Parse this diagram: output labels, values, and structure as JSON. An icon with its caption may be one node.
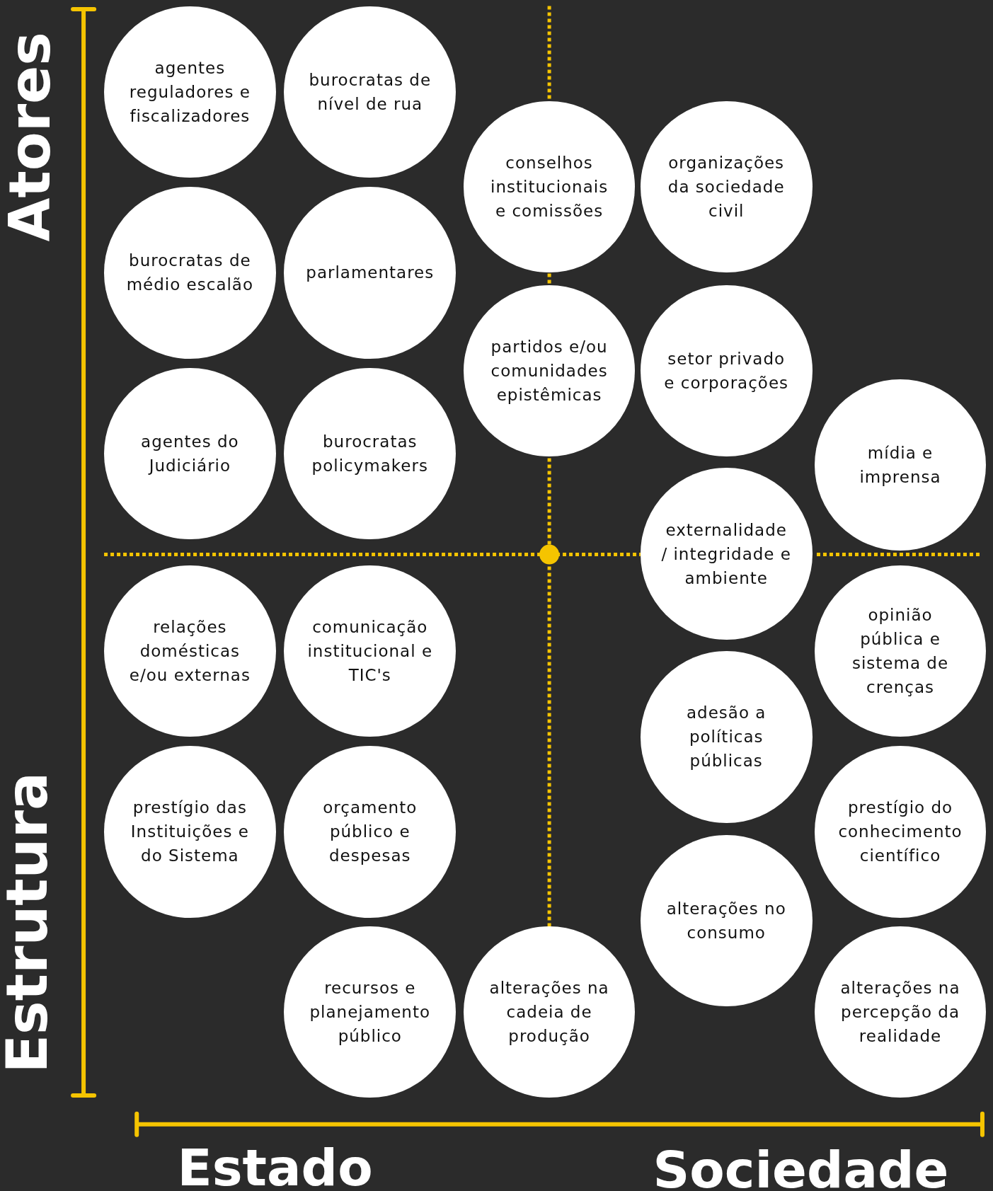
{
  "diagram": {
    "nodes": [
      {
        "text": [
          "agentes reguladores e fiscalizadores"
        ]
      },
      {
        "text": [
          "burocratas de nível de rua"
        ]
      },
      {
        "text": [
          "conselhos institucionais e comissões"
        ]
      },
      {
        "text": [
          "organizações da sociedade civil"
        ]
      },
      {
        "text": [
          "burocratas de médio escalão"
        ]
      },
      {
        "text": [
          "parlamentares"
        ]
      },
      {
        "text": [
          "partidos e/ou comunidades epistêmicas"
        ]
      },
      {
        "text": [
          "setor privado e corporações"
        ]
      },
      {
        "text": [
          "agentes do Judiciário"
        ]
      },
      {
        "text": [
          "burocratas policymakers"
        ]
      },
      {
        "text": [
          "mídia e imprensa"
        ]
      },
      {
        "text": [
          "externalidade / integridade e ambiente"
        ]
      },
      {
        "text": [
          "relações domésticas e/ou externas"
        ]
      },
      {
        "text": [
          "comunicação institucional e TIC's"
        ]
      },
      {
        "text": [
          "opinião pública e sistema de crenças"
        ]
      },
      {
        "text": [
          "adesão a políticas públicas"
        ]
      },
      {
        "text": [
          "prestígio das Instituições e do Sistema"
        ]
      },
      {
        "text": [
          "orçamento público e despesas"
        ]
      },
      {
        "text": [
          "prestígio do conhecimento científico"
        ]
      },
      {
        "text": [
          "alterações no consumo"
        ]
      },
      {
        "text": [
          "recursos e planejamento público"
        ]
      },
      {
        "text": [
          "alterações na cadeia de produção"
        ]
      },
      {
        "text": [
          "alterações na percepção da realidade"
        ]
      }
    ],
    "labels": [
      "Atores",
      "Estrutura",
      "Estado",
      "Sociedade"
    ]
  }
}
